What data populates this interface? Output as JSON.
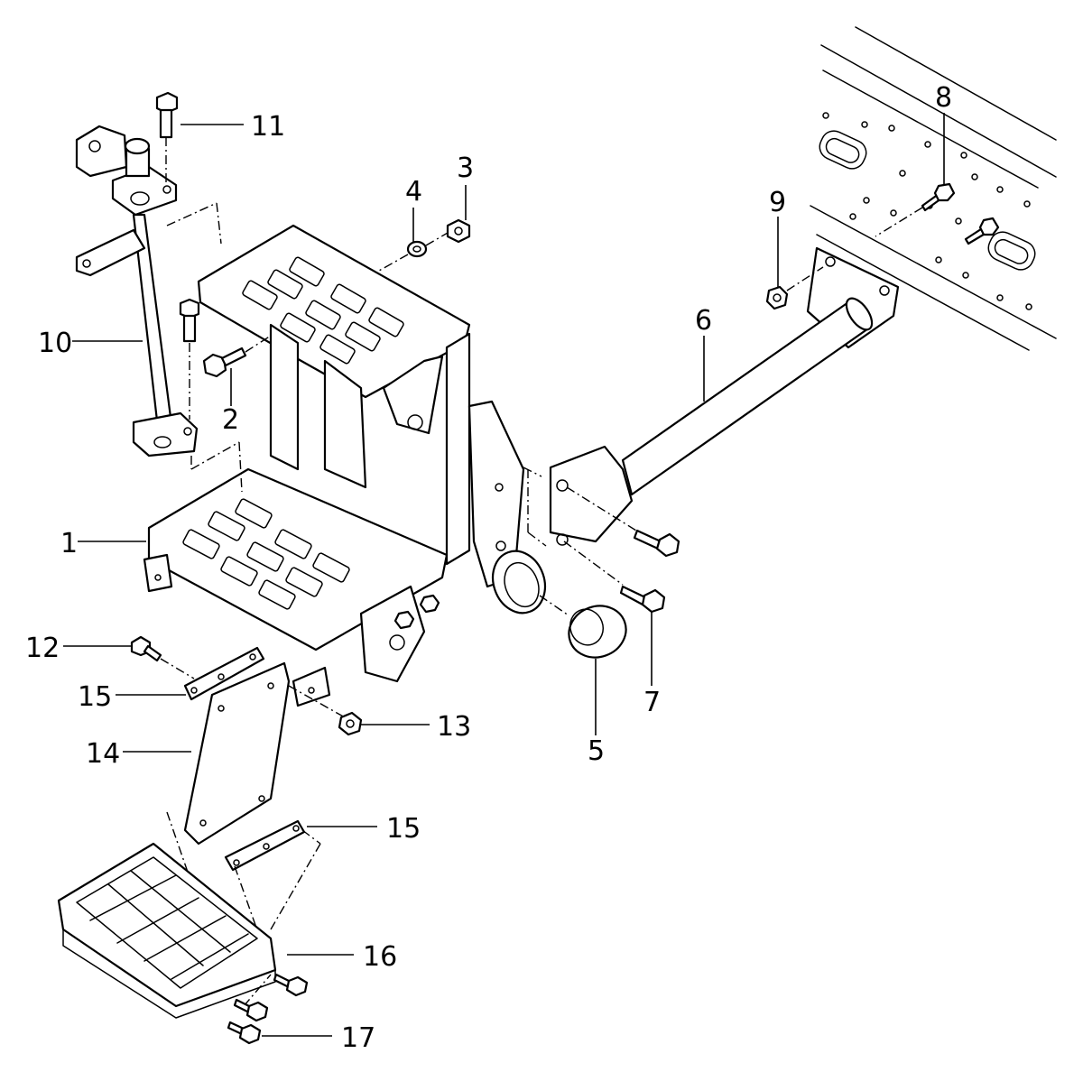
{
  "callouts": [
    {
      "id": "1",
      "label": "1"
    },
    {
      "id": "2",
      "label": "2"
    },
    {
      "id": "3",
      "label": "3"
    },
    {
      "id": "4",
      "label": "4"
    },
    {
      "id": "5",
      "label": "5"
    },
    {
      "id": "6",
      "label": "6"
    },
    {
      "id": "7",
      "label": "7"
    },
    {
      "id": "8",
      "label": "8"
    },
    {
      "id": "9",
      "label": "9"
    },
    {
      "id": "10",
      "label": "10"
    },
    {
      "id": "11",
      "label": "11"
    },
    {
      "id": "12",
      "label": "12"
    },
    {
      "id": "13",
      "label": "13"
    },
    {
      "id": "14",
      "label": "14"
    },
    {
      "id": "15a",
      "label": "15"
    },
    {
      "id": "15b",
      "label": "15"
    },
    {
      "id": "16",
      "label": "16"
    },
    {
      "id": "17",
      "label": "17"
    }
  ]
}
